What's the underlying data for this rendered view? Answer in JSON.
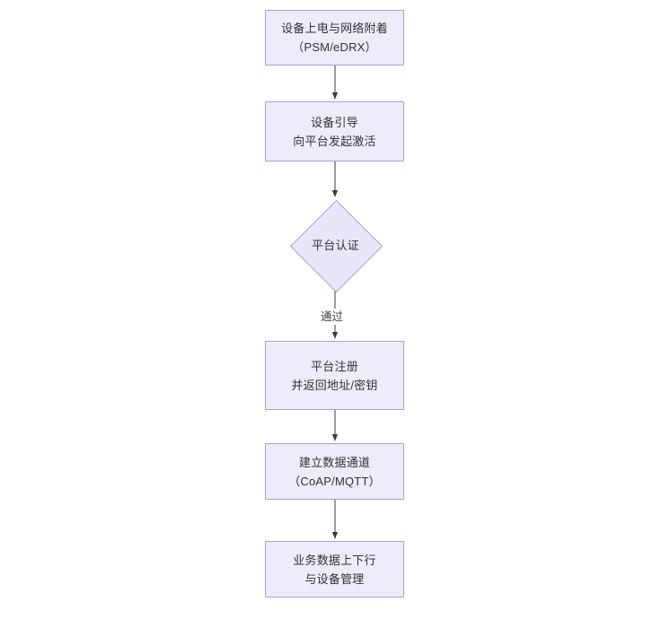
{
  "diagram": {
    "type": "flowchart",
    "orientation": "top-to-bottom",
    "background_color": "#ffffff",
    "node_fill_color": "#ececfb",
    "node_border_color": "#b09ae0",
    "connector_color": "#4d4d4d",
    "text_color": "#333333",
    "nodes": [
      {
        "id": "n1",
        "shape": "rectangle",
        "line1": "设备上电与网络附着",
        "line2": "（PSM/eDRX）"
      },
      {
        "id": "n2",
        "shape": "rectangle",
        "line1": "设备引导",
        "line2": "向平台发起激活"
      },
      {
        "id": "n3",
        "shape": "diamond",
        "line1": "平台认证",
        "line2": ""
      },
      {
        "id": "n4",
        "shape": "rectangle",
        "line1": "平台注册",
        "line2": "并返回地址/密钥"
      },
      {
        "id": "n5",
        "shape": "rectangle",
        "line1": "建立数据通道",
        "line2": "（CoAP/MQTT）"
      },
      {
        "id": "n6",
        "shape": "rectangle",
        "line1": "业务数据上下行",
        "line2": "与设备管理"
      }
    ],
    "edges": [
      {
        "id": "e1",
        "from": "n1",
        "to": "n2",
        "label": ""
      },
      {
        "id": "e2",
        "from": "n2",
        "to": "n3",
        "label": ""
      },
      {
        "id": "e3",
        "from": "n3",
        "to": "n4",
        "label": "通过"
      },
      {
        "id": "e4",
        "from": "n4",
        "to": "n5",
        "label": ""
      },
      {
        "id": "e5",
        "from": "n5",
        "to": "n6",
        "label": ""
      }
    ]
  }
}
